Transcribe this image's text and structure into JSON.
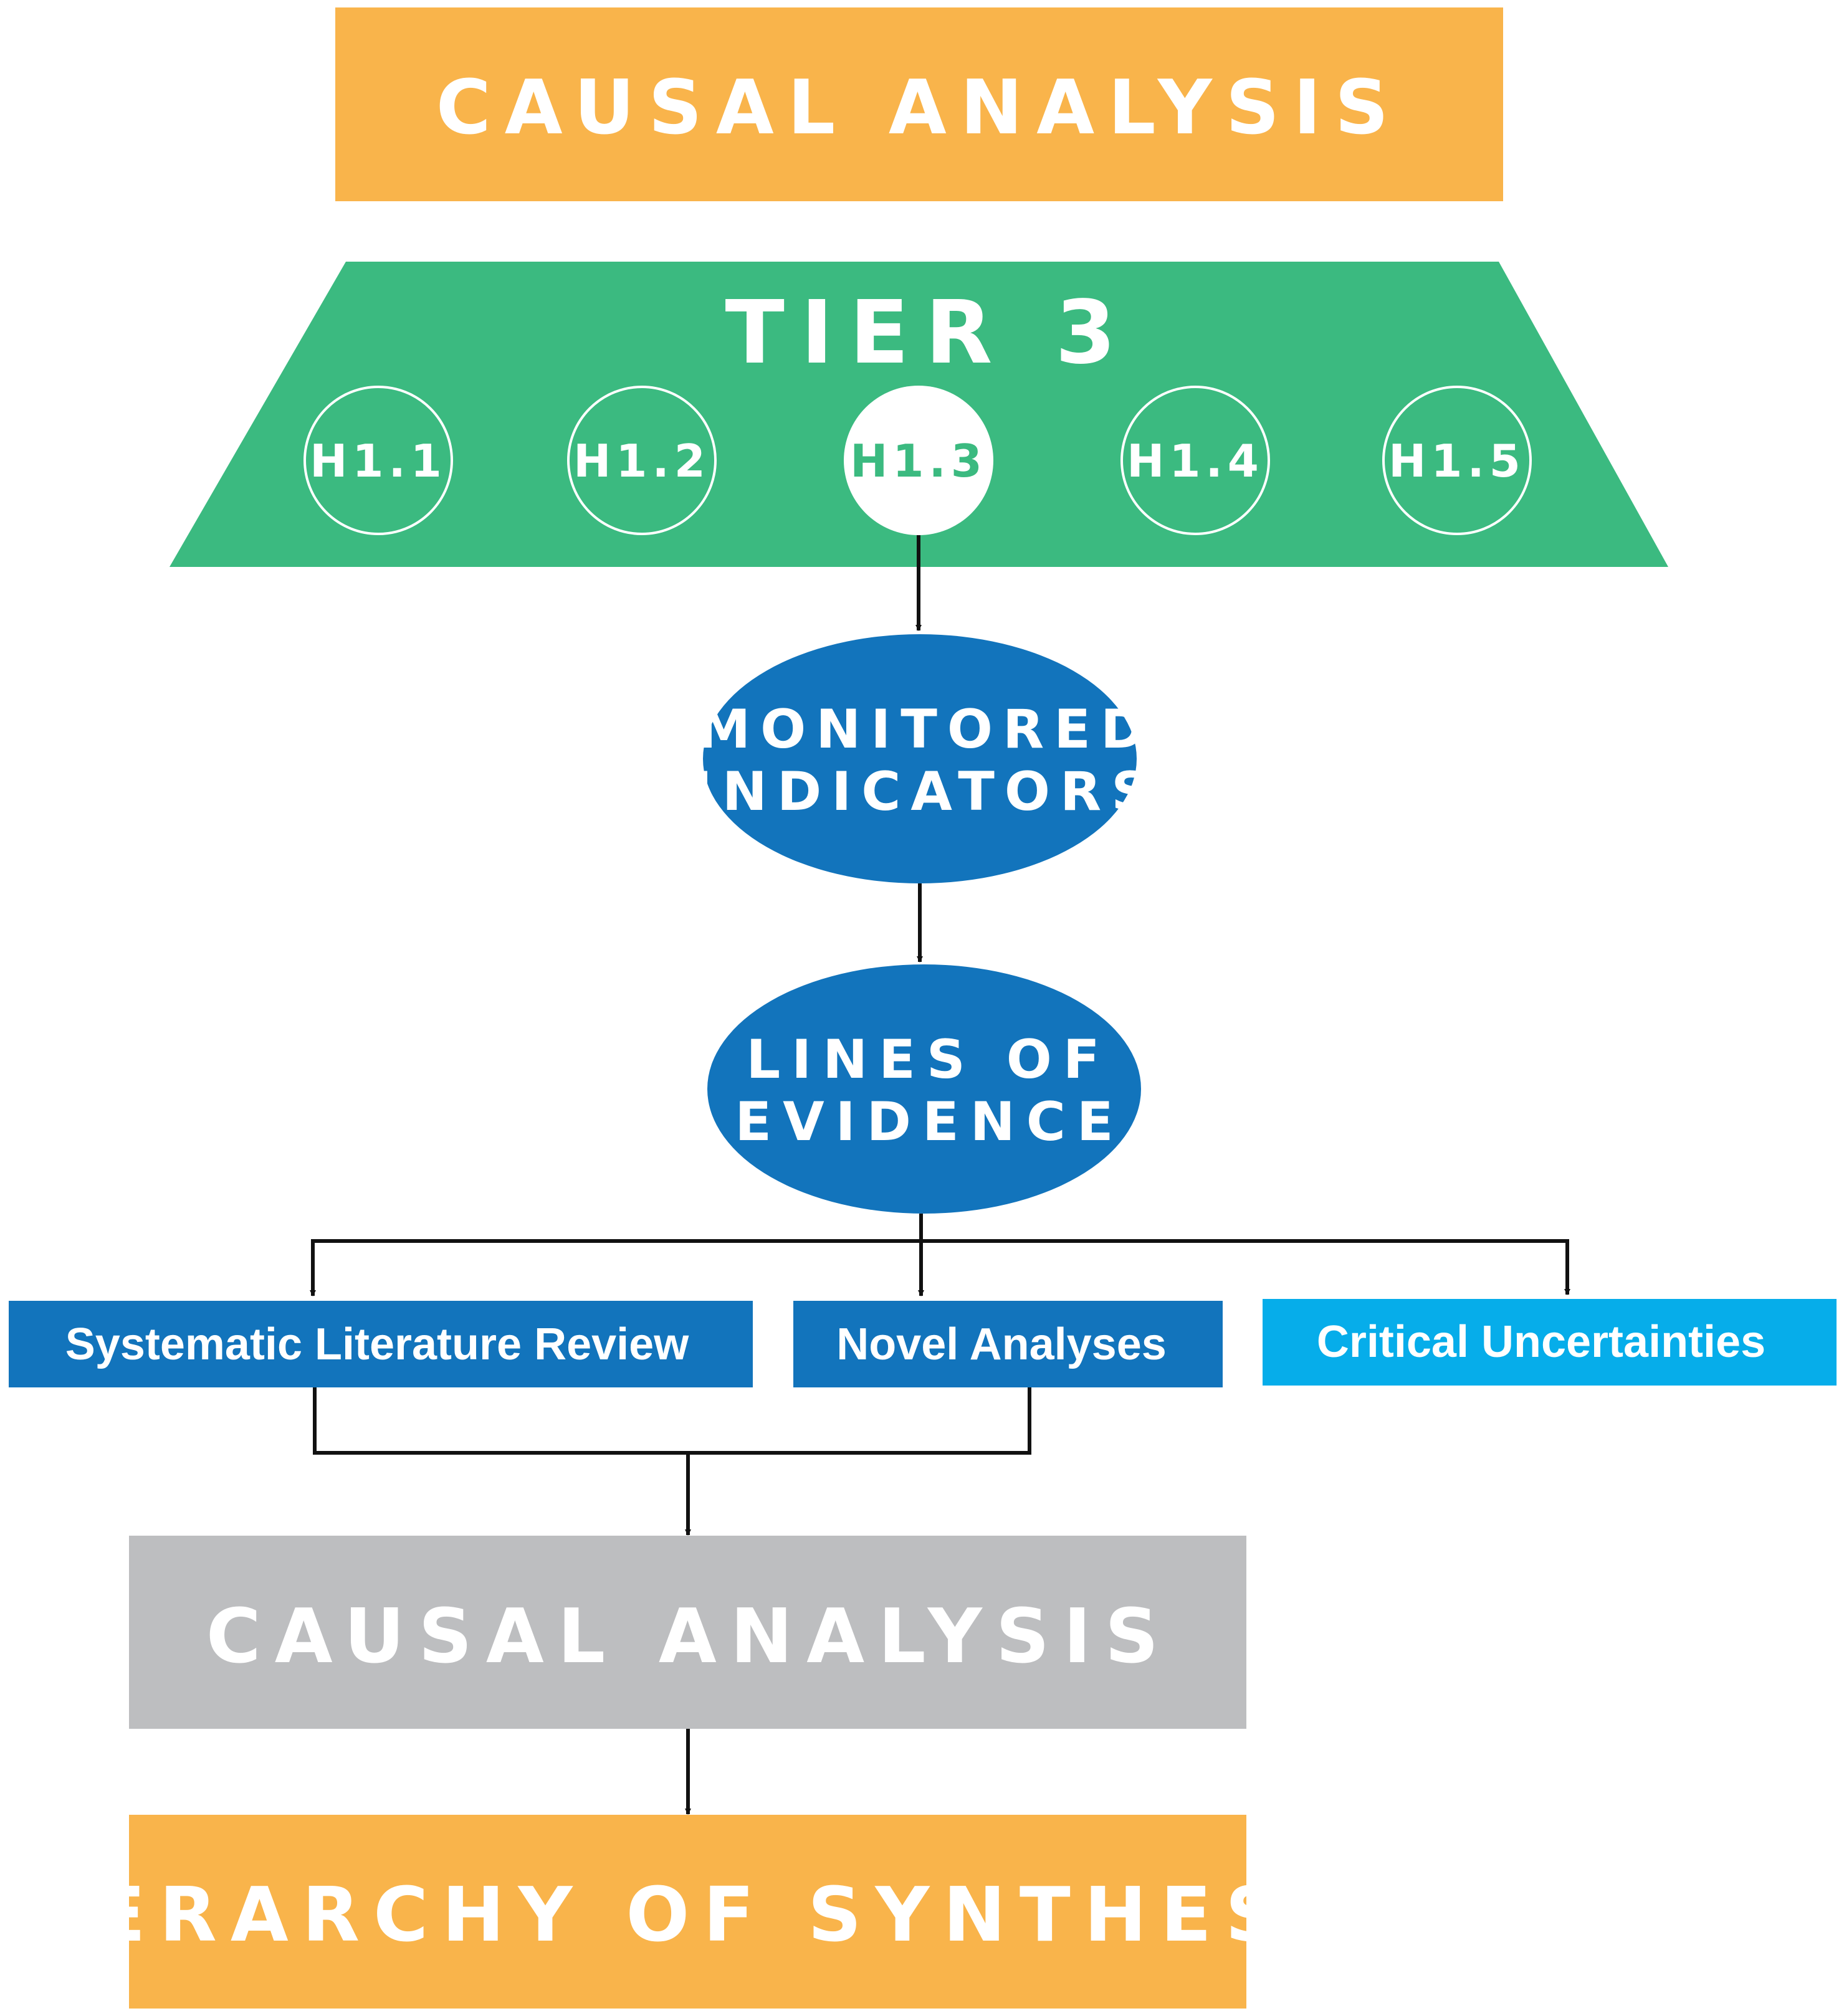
{
  "header": {
    "title": "CAUSAL ANALYSIS",
    "color": "#F9B44B"
  },
  "tier": {
    "label": "TIER 3",
    "color": "#3BBA80",
    "hypotheses": [
      {
        "label": "H1.1",
        "selected": false
      },
      {
        "label": "H1.2",
        "selected": false
      },
      {
        "label": "H1.3",
        "selected": true
      },
      {
        "label": "H1.4",
        "selected": false
      },
      {
        "label": "H1.5",
        "selected": false
      }
    ]
  },
  "ellipses": {
    "monitored": {
      "line1": "MONITORED",
      "line2": "INDICATORS"
    },
    "evidence": {
      "line1": "LINES OF",
      "line2": "EVIDENCE"
    },
    "color": "#1274BC"
  },
  "boxes": {
    "literature": {
      "label": "Systematic Literature Review",
      "color": "#1274BC"
    },
    "novel": {
      "label": "Novel Analyses",
      "color": "#1274BC"
    },
    "uncertainties": {
      "label": "Critical Uncertainties",
      "color": "#06ADEA"
    }
  },
  "causal_box": {
    "title": "CAUSAL ANALYSIS",
    "color": "#BDBEC0"
  },
  "footer": {
    "title": "HIERARCHY OF SYNTHESIS",
    "color": "#F9B44B"
  },
  "colors": {
    "connector": "#111111",
    "text_light": "#ffffff"
  }
}
